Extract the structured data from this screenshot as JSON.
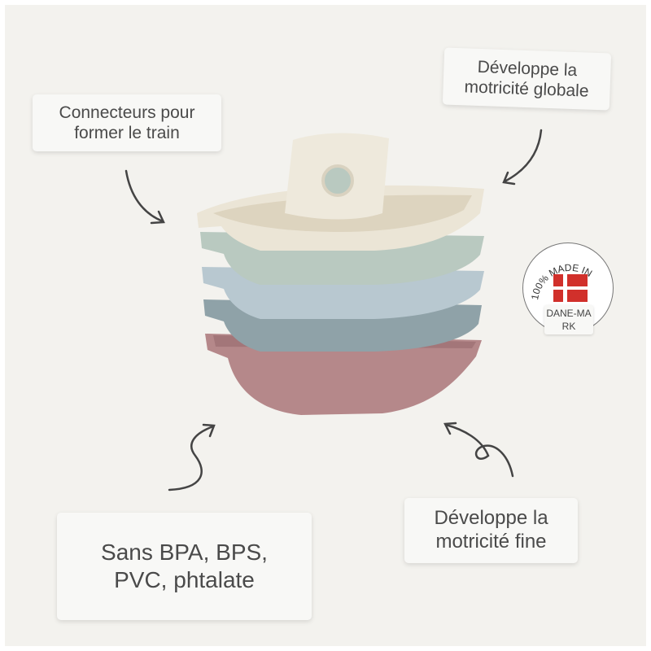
{
  "callouts": {
    "connectors": "Connecteurs pour former le train",
    "gross_motor": "Développe la motricité globale",
    "materials": "Sans BPA, BPS, PVC, phtalate",
    "fine_motor": "Développe la motricité fine"
  },
  "badge": {
    "arc_text": "100% MADE IN",
    "country": "DANE-MARK"
  },
  "colors": {
    "background": "#f3f2ee",
    "cream": "#ebe5d6",
    "sage": "#b9c9c0",
    "light_blue": "#b8c8d0",
    "grey_blue": "#8fa2a8",
    "rose": "#b5888a",
    "flag_red": "#d1302b"
  }
}
